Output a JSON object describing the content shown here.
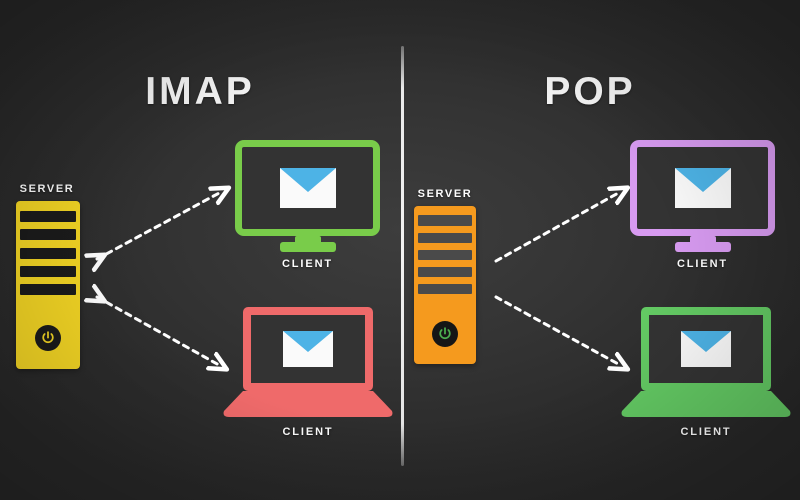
{
  "diagram": {
    "title_left": "IMAP",
    "title_right": "POP",
    "background_color": "#333333",
    "divider_color": "#f0f0f0"
  },
  "panels": [
    {
      "id": "imap",
      "title": "IMAP",
      "server": {
        "label": "SERVER",
        "color": "#f3d524",
        "slot_color": "#1b1b1b",
        "power_icon": "power-icon",
        "power_color": "#f3d524",
        "slot_count": 5
      },
      "clients": [
        {
          "type": "monitor",
          "label": "CLIENT",
          "color": "#79cc4a",
          "icon": "envelope-icon"
        },
        {
          "type": "laptop",
          "label": "CLIENT",
          "color": "#ef6a6a",
          "icon": "envelope-icon"
        }
      ],
      "connections": [
        {
          "from": "server",
          "to": "monitor-client",
          "style": "dashed",
          "direction": "bidirectional",
          "color": "#ffffff"
        },
        {
          "from": "server",
          "to": "laptop-client",
          "style": "dashed",
          "direction": "bidirectional",
          "color": "#ffffff"
        }
      ]
    },
    {
      "id": "pop",
      "title": "POP",
      "server": {
        "label": "SERVER",
        "color": "#f59a1e",
        "slot_color": "#4a4a4a",
        "power_icon": "power-icon",
        "power_color": "#4caf50",
        "slot_count": 5
      },
      "clients": [
        {
          "type": "monitor",
          "label": "CLIENT",
          "color": "#d79af0",
          "icon": "envelope-icon"
        },
        {
          "type": "laptop",
          "label": "CLIENT",
          "color": "#63c963",
          "icon": "envelope-icon"
        }
      ],
      "connections": [
        {
          "from": "server",
          "to": "monitor-client",
          "style": "dashed",
          "direction": "unidirectional",
          "color": "#ffffff"
        },
        {
          "from": "server",
          "to": "laptop-client",
          "style": "dashed",
          "direction": "unidirectional",
          "color": "#ffffff"
        }
      ]
    }
  ],
  "envelope": {
    "body_color": "#fafafa",
    "flap_color": "#4db3e6"
  }
}
